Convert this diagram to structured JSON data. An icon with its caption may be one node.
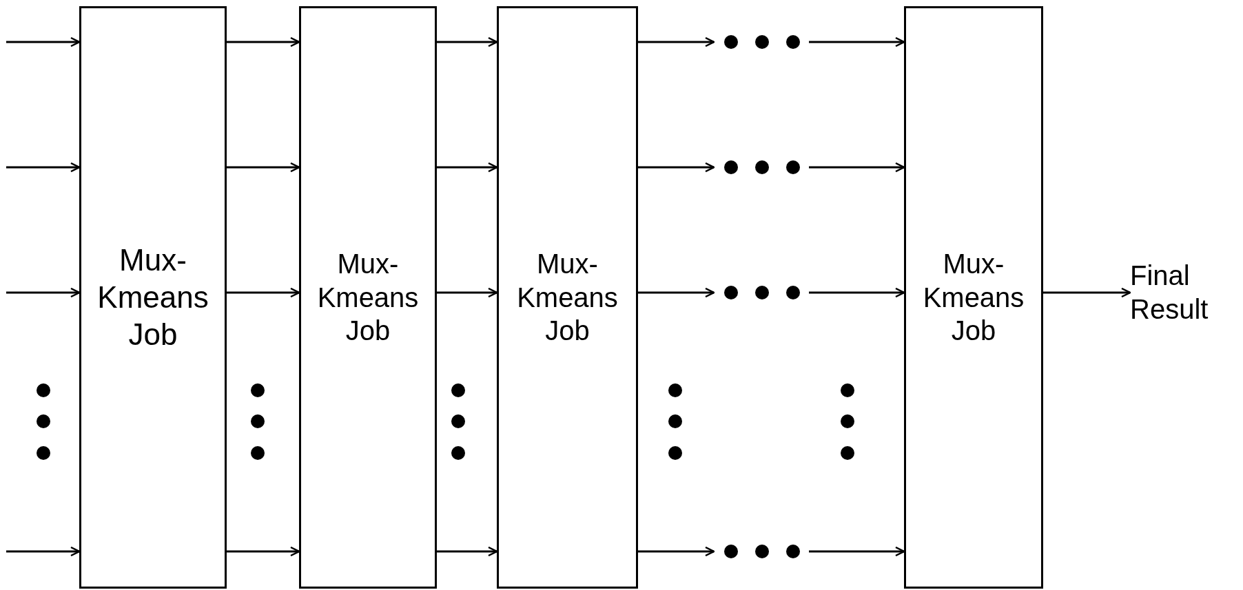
{
  "diagram": {
    "nodes": [
      {
        "text": [
          "Mux-Kmeans Job"
        ]
      },
      {
        "text": [
          "Mux-Kmeans Job"
        ]
      },
      {
        "text": [
          "Mux-Kmeans Job"
        ]
      },
      {
        "text": [
          "Mux-Kmeans Job"
        ]
      },
      {
        "text": [
          "Final Result"
        ]
      }
    ],
    "edges": [
      {
        "from": null,
        "to": 0,
        "arrow": "to"
      },
      {
        "from": null,
        "to": 0,
        "arrow": "to"
      },
      {
        "from": null,
        "to": 0,
        "arrow": "to"
      },
      {
        "from": null,
        "to": 0,
        "arrow": "to"
      },
      {
        "from": 0,
        "to": 1,
        "arrow": "to"
      },
      {
        "from": 0,
        "to": 1,
        "arrow": "to"
      },
      {
        "from": 0,
        "to": 1,
        "arrow": "to"
      },
      {
        "from": 0,
        "to": 1,
        "arrow": "to"
      },
      {
        "from": 1,
        "to": 2,
        "arrow": "to"
      },
      {
        "from": 1,
        "to": 2,
        "arrow": "to"
      },
      {
        "from": 1,
        "to": 2,
        "arrow": "to"
      },
      {
        "from": 1,
        "to": 2,
        "arrow": "to"
      },
      {
        "from": 2,
        "to": null,
        "arrow": "to"
      },
      {
        "from": 2,
        "to": null,
        "arrow": "to"
      },
      {
        "from": 2,
        "to": null,
        "arrow": "to"
      },
      {
        "from": 2,
        "to": null,
        "arrow": "to"
      },
      {
        "from": null,
        "to": 3,
        "arrow": "to"
      },
      {
        "from": null,
        "to": 3,
        "arrow": "to"
      },
      {
        "from": null,
        "to": 3,
        "arrow": "to"
      },
      {
        "from": null,
        "to": 3,
        "arrow": "to"
      },
      {
        "from": 3,
        "to": 4,
        "arrow": "to"
      }
    ]
  }
}
